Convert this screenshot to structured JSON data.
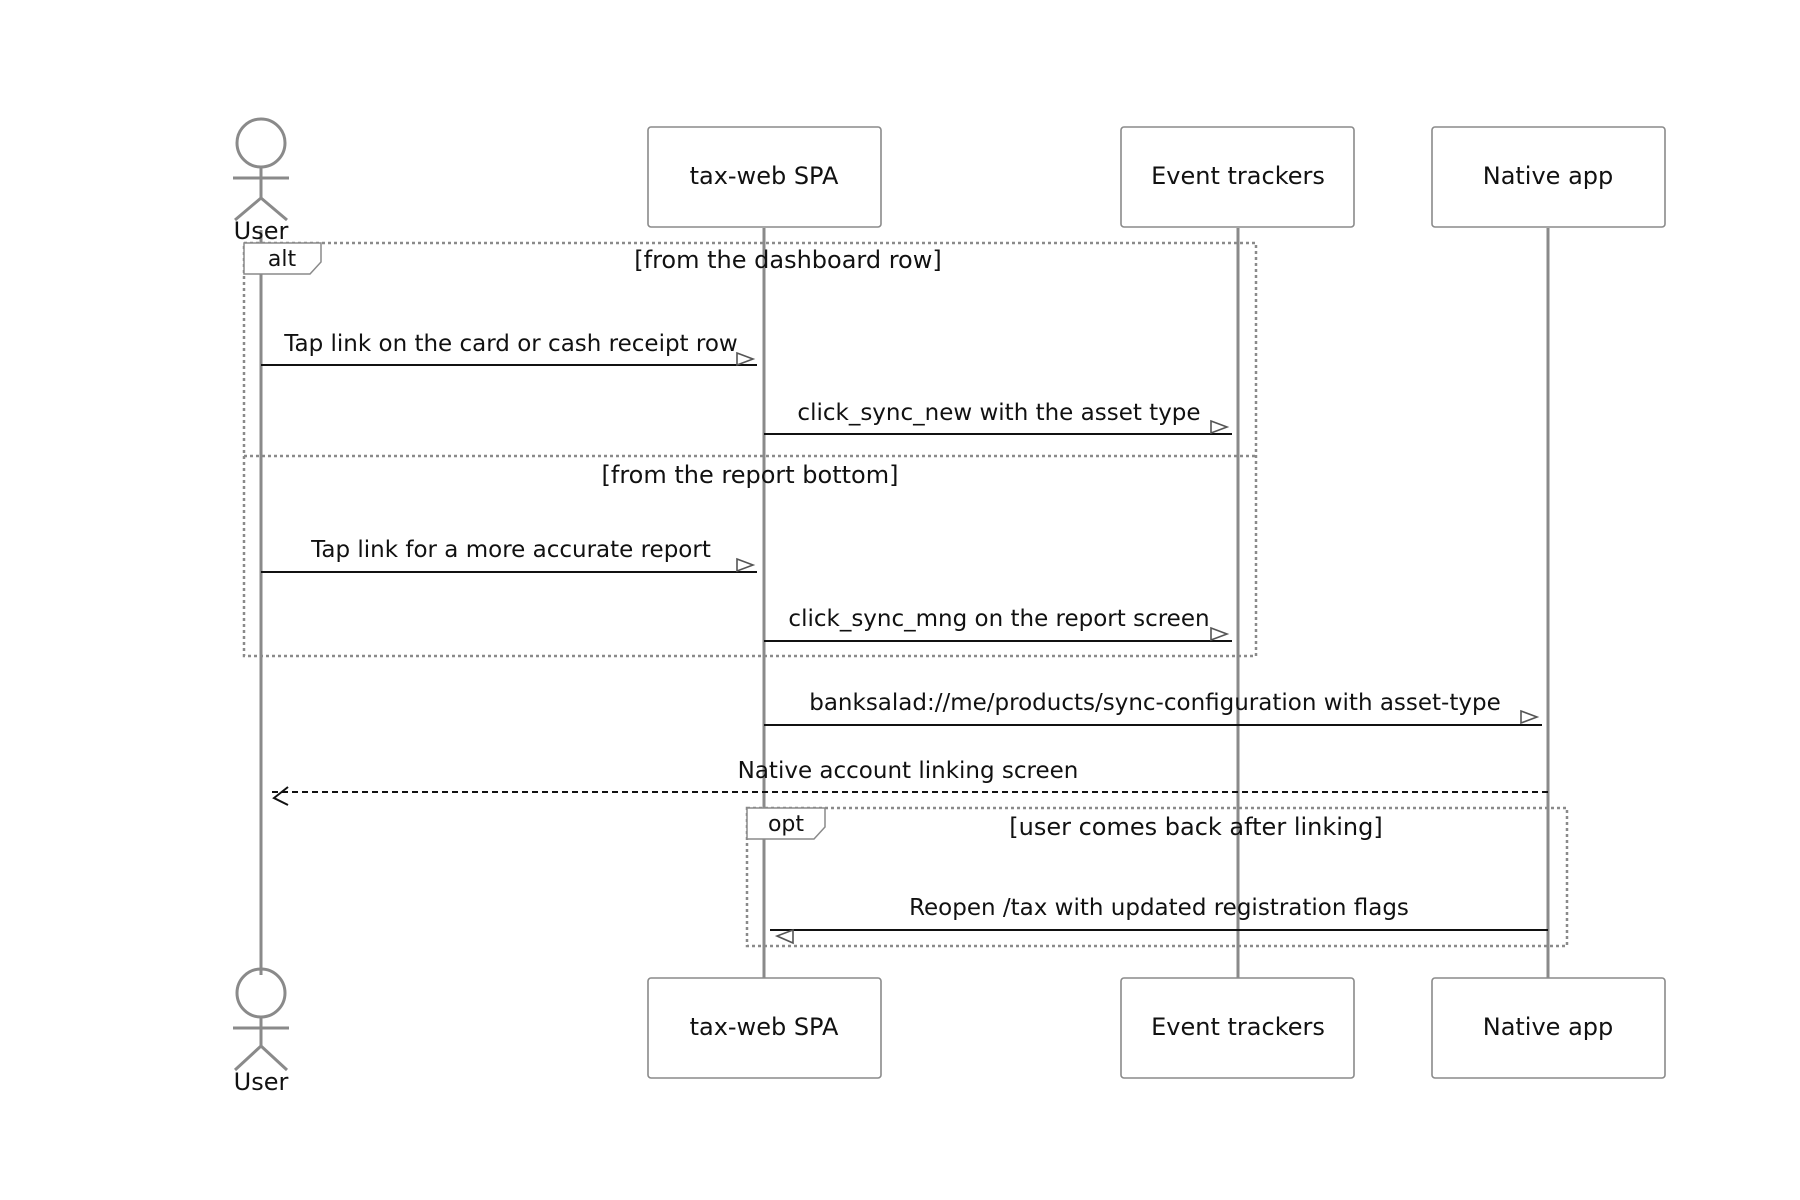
{
  "participants": [
    {
      "id": "user",
      "label": "User",
      "kind": "actor"
    },
    {
      "id": "spa",
      "label": "tax-web SPA",
      "kind": "box"
    },
    {
      "id": "tracker",
      "label": "Event trackers",
      "kind": "box"
    },
    {
      "id": "native",
      "label": "Native app",
      "kind": "box"
    }
  ],
  "fragments": [
    {
      "type": "alt",
      "label": "alt",
      "conditions": [
        "[from the dashboard row]",
        "[from the report bottom]"
      ]
    },
    {
      "type": "opt",
      "label": "opt",
      "conditions": [
        "[user comes back after linking]"
      ]
    }
  ],
  "messages": [
    {
      "from": "user",
      "to": "spa",
      "text": "Tap link on the card or cash receipt row",
      "style": "solid"
    },
    {
      "from": "spa",
      "to": "tracker",
      "text": "click_sync_new with the asset type",
      "style": "solid"
    },
    {
      "from": "user",
      "to": "spa",
      "text": "Tap link for a more accurate report",
      "style": "solid"
    },
    {
      "from": "spa",
      "to": "tracker",
      "text": "click_sync_mng on the report screen",
      "style": "solid"
    },
    {
      "from": "spa",
      "to": "native",
      "text": "banksalad://me/products/sync-configuration with asset-type",
      "style": "solid"
    },
    {
      "from": "native",
      "to": "user",
      "text": "Native account linking screen",
      "style": "dashed"
    },
    {
      "from": "native",
      "to": "spa",
      "text": "Reopen /tax with updated registration flags",
      "style": "solid"
    }
  ]
}
